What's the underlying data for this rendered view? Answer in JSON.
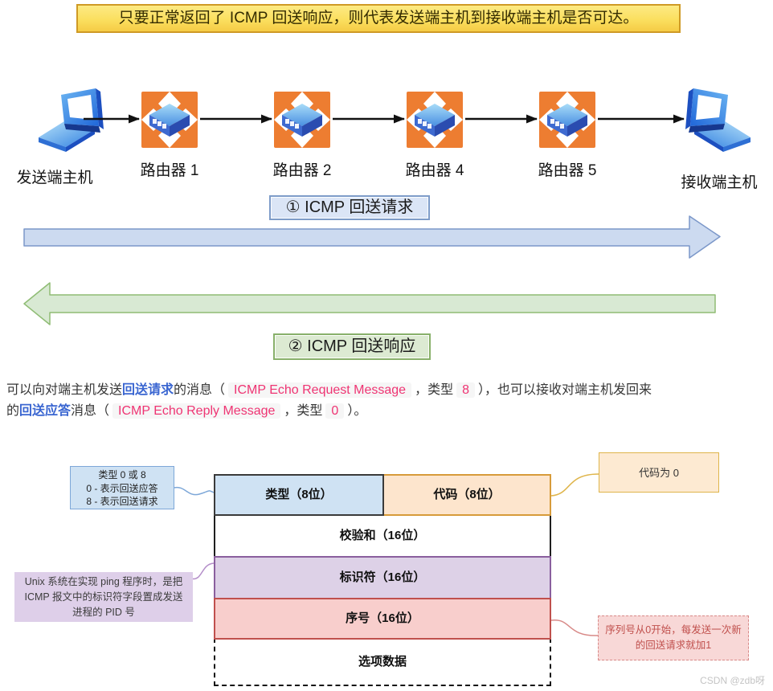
{
  "banner": {
    "text": "只要正常返回了 ICMP 回送响应，则代表发送端主机到接收端主机是否可达。"
  },
  "topology": {
    "nodes": [
      {
        "label": "发送端主机",
        "type": "host"
      },
      {
        "label": "路由器 1",
        "type": "router"
      },
      {
        "label": "路由器 2",
        "type": "router"
      },
      {
        "label": "路由器 4",
        "type": "router"
      },
      {
        "label": "路由器 5",
        "type": "router"
      },
      {
        "label": "接收端主机",
        "type": "host"
      }
    ]
  },
  "flows": {
    "request": {
      "label": "① ICMP 回送请求",
      "direction": "left-to-right",
      "fill": "#ccdaf0",
      "stroke": "#7b97c9"
    },
    "response": {
      "label": "② ICMP 回送响应",
      "direction": "right-to-left",
      "fill": "#d8e9d3",
      "stroke": "#8fbc74"
    }
  },
  "paragraph": {
    "line1": {
      "s1": "可以向对端主机发送",
      "s2": "回送请求",
      "s3": "的消息（",
      "s4": "ICMP Echo Request Message",
      "s5": "，类型",
      "s6": "8",
      "s7": "），也可以接收对端主机发回来"
    },
    "line2": {
      "s1": "的",
      "s2": "回送应答",
      "s3": "消息（",
      "s4": "ICMP Echo Reply Message",
      "s5": "，类型",
      "s6": "0",
      "s7": "）。"
    }
  },
  "packet": {
    "fields": [
      {
        "label": "类型（8位）",
        "fill": "#cfe2f3"
      },
      {
        "label": "代码（8位）",
        "fill": "#fde5cd"
      },
      {
        "label": "校验和（16位）",
        "fill": "#ffffff"
      },
      {
        "label": "标识符（16位）",
        "fill": "#ddd1e7"
      },
      {
        "label": "序号（16位）",
        "fill": "#f8cecc"
      },
      {
        "label": "选项数据",
        "fill": "#ffffff"
      }
    ]
  },
  "callouts": {
    "type": {
      "lines": [
        "类型 0 或 8",
        "0 - 表示回送应答",
        "8 - 表示回送请求"
      ]
    },
    "code": {
      "text": "代码为 0"
    },
    "identifier": {
      "lines": [
        "Unix 系统在实现 ping 程序时，是把",
        "ICMP 报文中的标识符字段置成发送",
        "进程的 PID 号"
      ]
    },
    "sequence": {
      "lines": [
        "序列号从0开始，每发送一次新",
        "的回送请求就加1"
      ]
    }
  },
  "colors": {
    "banner_bg": "#fbdf5f",
    "banner_border": "#cf9a25",
    "router_orange": "#ed7d31",
    "laptop_blue": "#2f7fe0",
    "keyword_blue": "#3a66d1",
    "code_pink": "#ef3473"
  },
  "watermark": {
    "text": "CSDN @zdb呀"
  }
}
